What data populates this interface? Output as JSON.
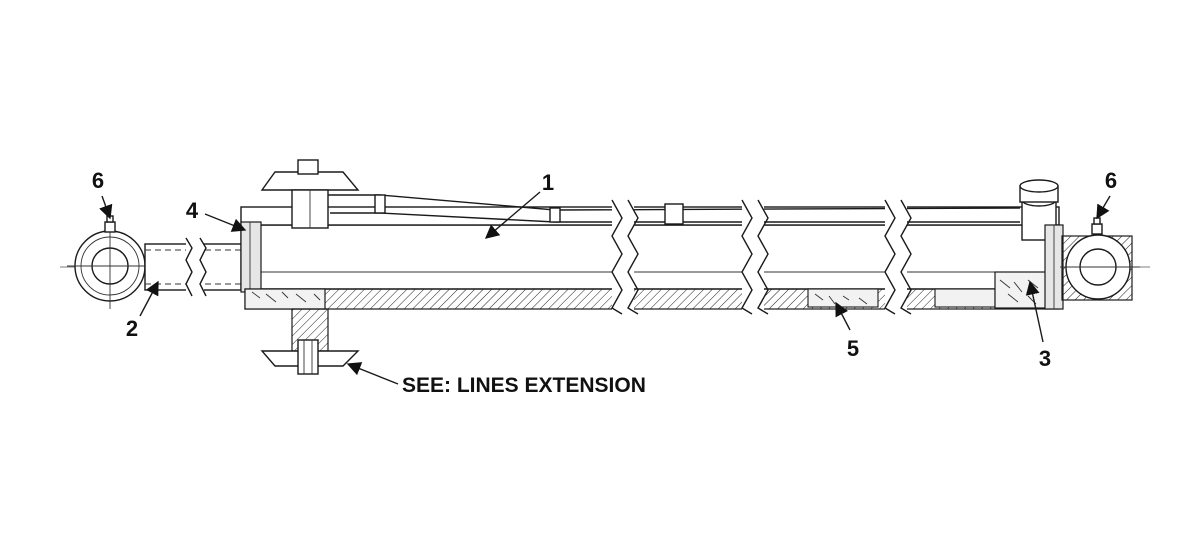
{
  "callouts": {
    "c1": "1",
    "c2": "2",
    "c3": "3",
    "c4": "4",
    "c5": "5",
    "c6_left": "6",
    "c6_right": "6"
  },
  "note": {
    "text": "SEE: LINES EXTENSION"
  }
}
